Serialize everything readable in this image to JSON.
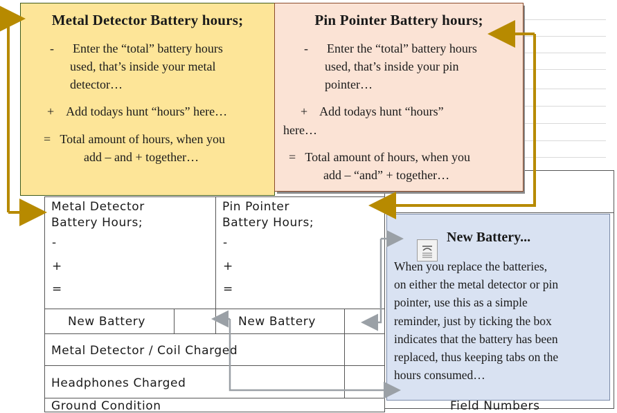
{
  "left_callout": {
    "title": "Metal Detector Battery hours;",
    "line1": "-      Enter the “total” battery hours",
    "line1b": "used, that’s inside your metal",
    "line1c": "detector…",
    "line2": "+    Add todays hunt “hours” here…",
    "line3": "=   Total amount of hours, when you",
    "line3b": "add – and + together…"
  },
  "right_callout": {
    "title": "Pin Pointer Battery hours;",
    "line1": "-      Enter the “total” battery hours",
    "line1b": "used, that’s inside your pin",
    "line1c": "pointer…",
    "line2": "+    Add todays hunt “hours”",
    "line2b": "here…",
    "line3": "=   Total amount of hours, when you",
    "line3b": "add – “and” + together…"
  },
  "battery_callout": {
    "title": "New Battery...",
    "lines": [
      "When you replace the batteries,",
      "on either the metal detector or pin",
      "pointer, use this as a simple",
      "reminder, just by ticking the box",
      "indicates that the battery has been",
      "replaced, thus keeping tabs on the",
      "hours consumed…"
    ]
  },
  "form": {
    "md_header1": "Metal Detector",
    "md_header2": "Battery Hours;",
    "pp_header1": "Pin Pointer",
    "pp_header2": "Battery Hours;",
    "minus": "-",
    "plus": "+",
    "equals": "=",
    "new_battery_md": "New Battery",
    "new_battery_pp": "New Battery",
    "coil_charged": "Metal Detector / Coil Charged",
    "headphones": "Headphones Charged",
    "ground": "Ground Condition",
    "field_numbers": "Field Numbers"
  },
  "colors": {
    "left_callout_bg": "#fde598",
    "right_callout_bg": "#fbe3d5",
    "battery_callout_bg": "#d9e2f2",
    "gold_arrow": "#b78a00",
    "gray_arrow": "#9aa0a6"
  }
}
